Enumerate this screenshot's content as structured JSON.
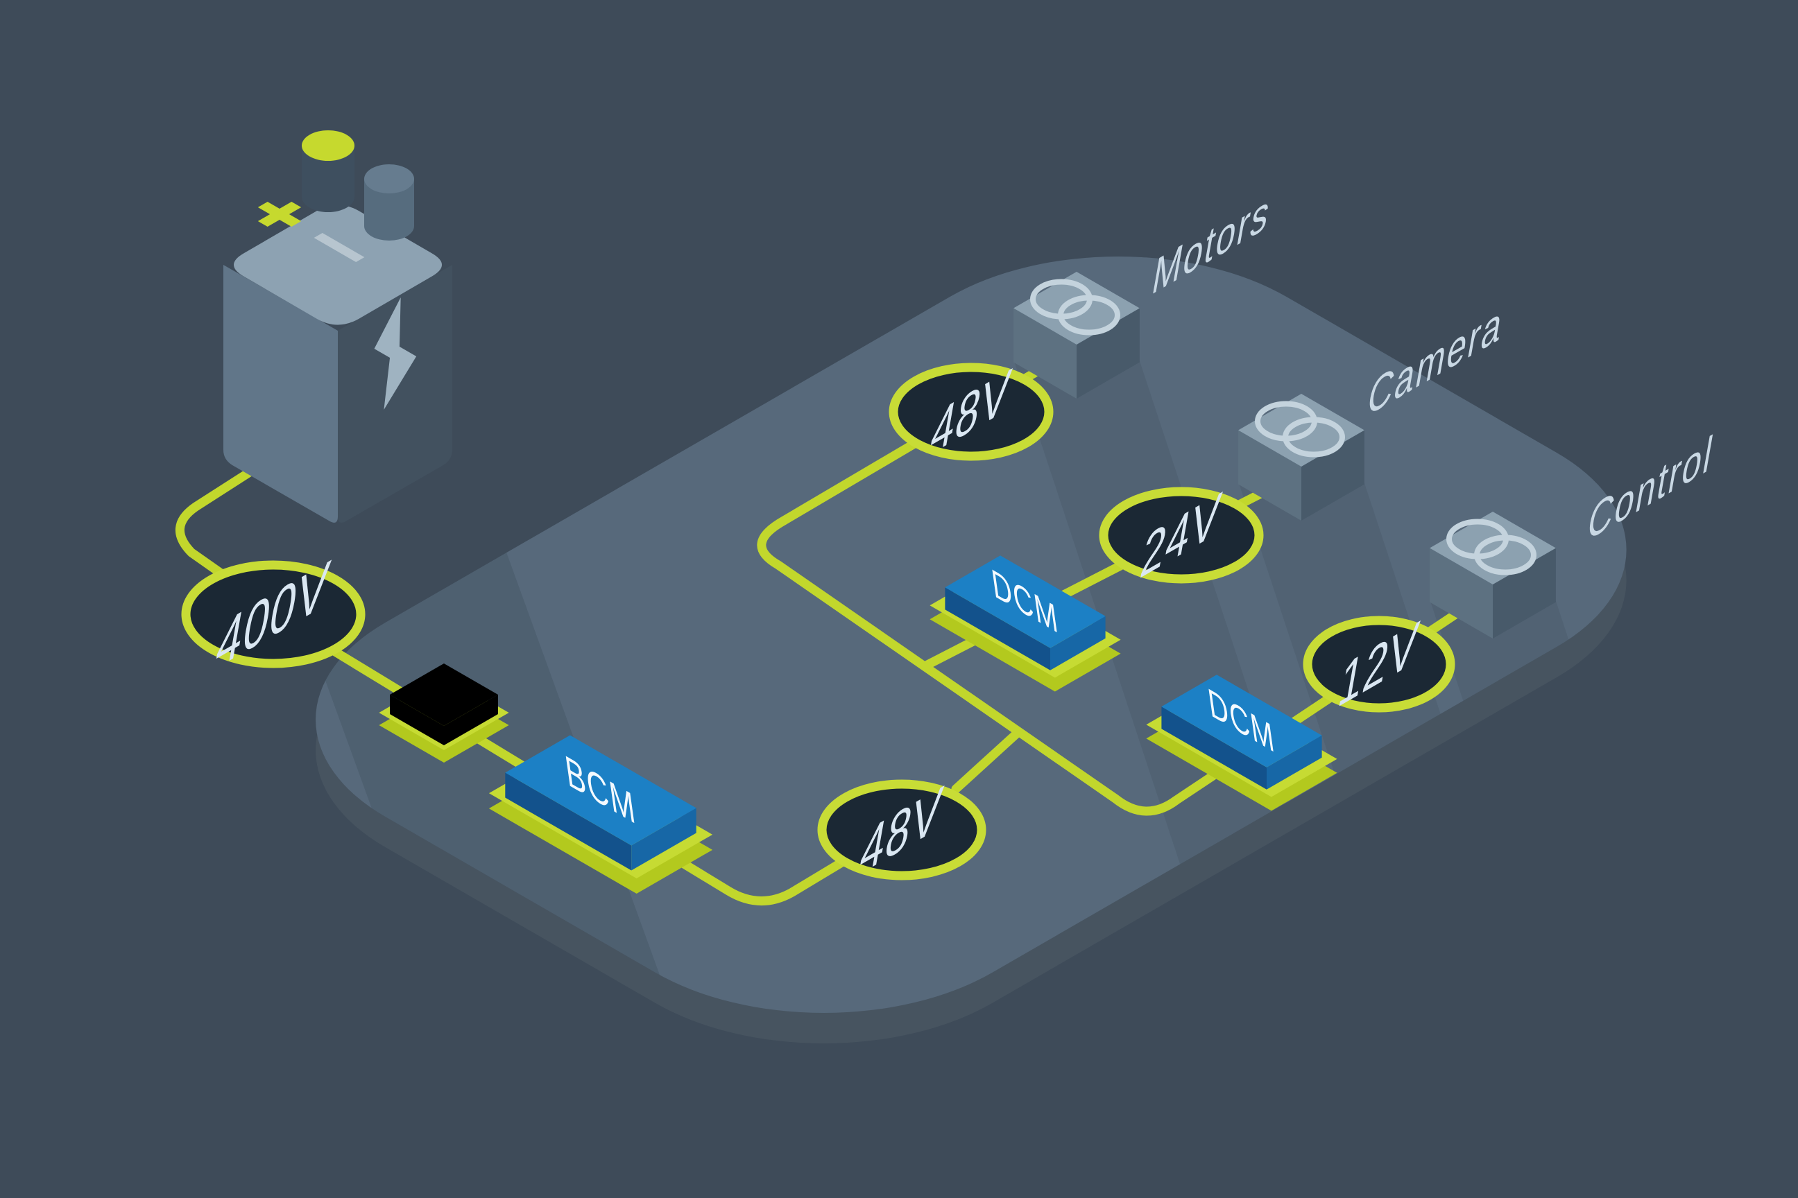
{
  "colors": {
    "background": "#3E4B59",
    "platform_top": "#57697B",
    "platform_side": "#475460",
    "shadow": "#1E2933",
    "wire": "#C2D72C",
    "node_ring": "#C8DC36",
    "node_fill": "#1B2834",
    "node_text": "#DAE7F2",
    "module_blue_top": "#1C80C5",
    "module_blue_left": "#13528C",
    "module_blue_right": "#1767A6",
    "module_base_lime": "#C6DB33",
    "module_base_lime_dark": "#B3C91E",
    "device_top": "#8CA1B0",
    "device_left": "#5D7181",
    "device_right": "#485A6A",
    "device_icon": "#C4D3DD",
    "label_text": "#C9D8E4",
    "battery_top": "#8DA2B2",
    "battery_left": "#617689",
    "battery_right": "#42515F",
    "battery_bolt": "#9FB3C1",
    "battery_accent": "#C6D92E",
    "battery_minus": "#B7C5CF",
    "battery_pos_side": "#3E4F5F",
    "battery_neg_side": "#566C7E",
    "battery_neg_top": "#667C8F"
  },
  "nodes": [
    {
      "id": "hv-source",
      "label": "400V"
    },
    {
      "id": "bus-48v-motors",
      "label": "48V"
    },
    {
      "id": "bus-48v-main",
      "label": "48V"
    },
    {
      "id": "rail-24v",
      "label": "24V"
    },
    {
      "id": "rail-12v",
      "label": "12V"
    }
  ],
  "modules": [
    {
      "id": "bcm",
      "label": "BCM"
    },
    {
      "id": "dcm-24v",
      "label": "DCM"
    },
    {
      "id": "dcm-12v",
      "label": "DCM"
    }
  ],
  "devices": [
    {
      "id": "motors",
      "label": "Motors"
    },
    {
      "id": "camera",
      "label": "Camera"
    },
    {
      "id": "control",
      "label": "Control"
    }
  ]
}
